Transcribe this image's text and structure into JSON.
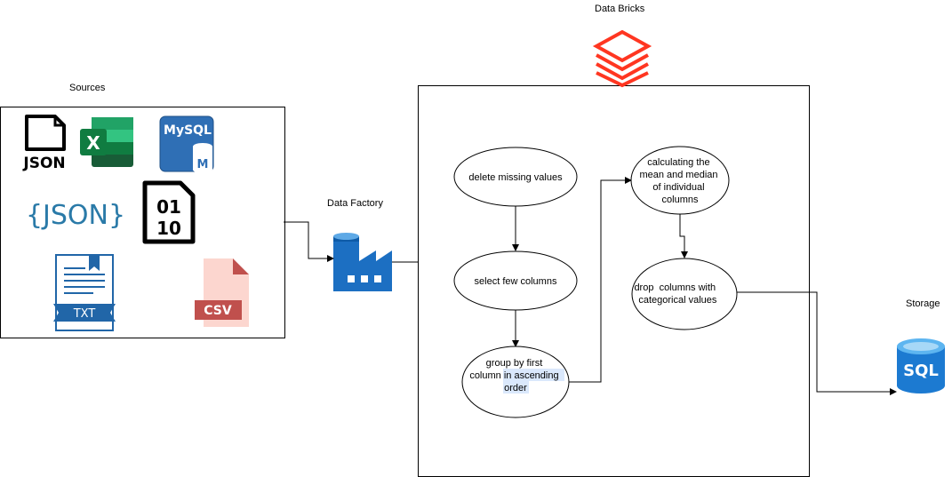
{
  "labels": {
    "sources": "Sources",
    "data_factory": "Data Factory",
    "data_bricks": "Data Bricks",
    "storage": "Storage"
  },
  "source_icons": {
    "json_doc": "JSON",
    "excel": "X",
    "mysql_top": "MySQL",
    "mysql_m": "M",
    "json_braces": "{JSON}",
    "binary_line1": "01",
    "binary_line2": "10",
    "txt": "TXT",
    "csv": "CSV"
  },
  "storage_icon": {
    "text": "SQL"
  },
  "steps": {
    "delete_missing": [
      "delete missing values"
    ],
    "select_columns": [
      "select few columns"
    ],
    "group_by": [
      "group by first",
      "column in ascending",
      "order"
    ],
    "mean_median": [
      "calculating the",
      "mean and median",
      "of individual",
      "columns"
    ],
    "drop_columns": [
      "drop  columns with",
      "categorical values"
    ]
  },
  "colors": {
    "databricks_red": "#ff3621",
    "azure_blue": "#0078d4",
    "excel_green": "#21a366",
    "mysql_blue": "#2f6fb5",
    "csv_bg": "#fcd6cf",
    "csv_label": "#c0504d",
    "txt_blue": "#2166a8",
    "highlight": "#dae8fc"
  }
}
